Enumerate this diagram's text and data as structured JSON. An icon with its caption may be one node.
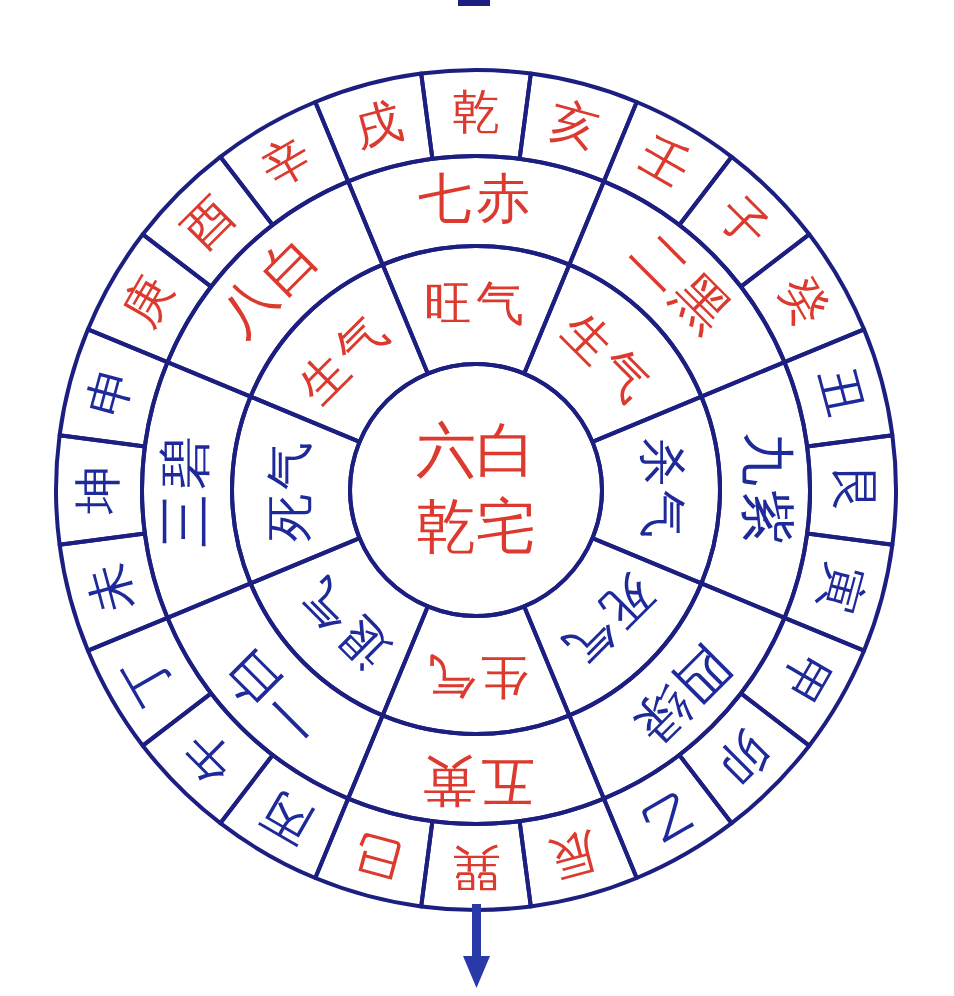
{
  "diagram": {
    "nodes": [
      {
        "text": [
          "六白",
          "乾宅"
        ]
      },
      {
        "text": [
          "旺气"
        ]
      },
      {
        "text": [
          "生气"
        ]
      },
      {
        "text": [
          "杀气"
        ]
      },
      {
        "text": [
          "死气"
        ]
      },
      {
        "text": [
          "生气"
        ]
      },
      {
        "text": [
          "退气"
        ]
      },
      {
        "text": [
          "死气"
        ]
      },
      {
        "text": [
          "生气"
        ]
      },
      {
        "text": [
          "七赤"
        ]
      },
      {
        "text": [
          "二黑"
        ]
      },
      {
        "text": [
          "九紫"
        ]
      },
      {
        "text": [
          "四绿"
        ]
      },
      {
        "text": [
          "五黄"
        ]
      },
      {
        "text": [
          "一白"
        ]
      },
      {
        "text": [
          "三碧"
        ]
      },
      {
        "text": [
          "八白"
        ]
      },
      {
        "text": [
          "乾"
        ]
      },
      {
        "text": [
          "亥"
        ]
      },
      {
        "text": [
          "壬"
        ]
      },
      {
        "text": [
          "子"
        ]
      },
      {
        "text": [
          "癸"
        ]
      },
      {
        "text": [
          "丑"
        ]
      },
      {
        "text": [
          "艮"
        ]
      },
      {
        "text": [
          "寅"
        ]
      },
      {
        "text": [
          "甲"
        ]
      },
      {
        "text": [
          "卯"
        ]
      },
      {
        "text": [
          "乙"
        ]
      },
      {
        "text": [
          "辰"
        ]
      },
      {
        "text": [
          "巽"
        ]
      },
      {
        "text": [
          "巳"
        ]
      },
      {
        "text": [
          "丙"
        ]
      },
      {
        "text": [
          "午"
        ]
      },
      {
        "text": [
          "丁"
        ]
      },
      {
        "text": [
          "未"
        ]
      },
      {
        "text": [
          "坤"
        ]
      },
      {
        "text": [
          "申"
        ]
      },
      {
        "text": [
          "庚"
        ]
      },
      {
        "text": [
          "酉"
        ]
      },
      {
        "text": [
          "辛"
        ]
      },
      {
        "text": [
          "戌"
        ]
      }
    ]
  }
}
